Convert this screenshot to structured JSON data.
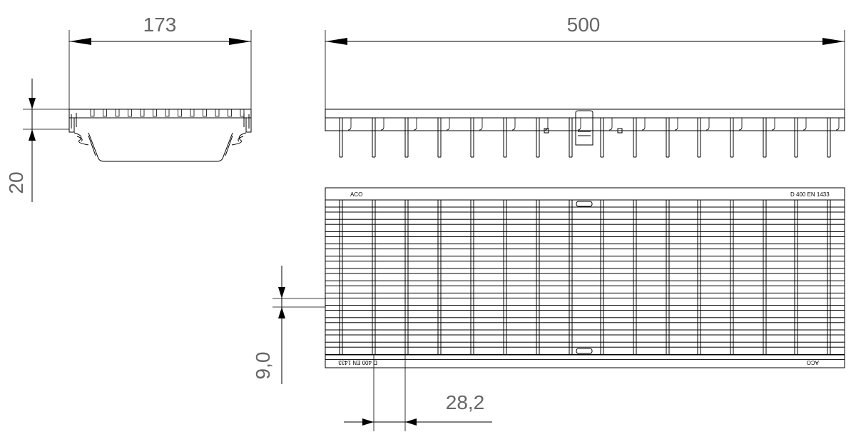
{
  "dimensions": {
    "width_173": "173",
    "length_500": "500",
    "height_20": "20",
    "slot_9_0": "9,0",
    "pitch_28_2": "28,2"
  },
  "grating_markings": {
    "brand_top": "ACO",
    "class_top": "D 400  EN 1433",
    "brand_bottom": "ACO",
    "class_bottom": "D 400  EN 1433"
  },
  "colors": {
    "line": "#000000",
    "dimension_text": "#666666",
    "background": "#ffffff"
  }
}
